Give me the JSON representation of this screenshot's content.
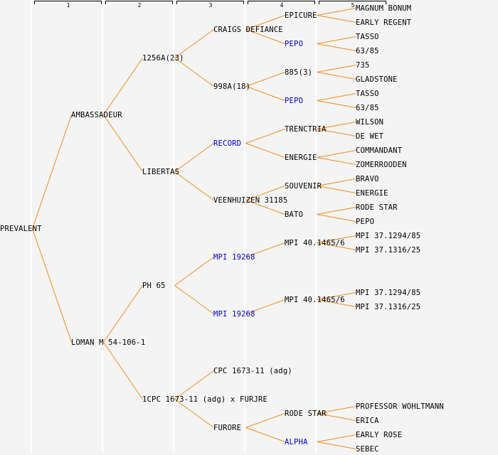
{
  "title": "Pedigree chart: PREVALENT",
  "colors": {
    "background": "#f4f4f4",
    "link_line": "#f08c1e",
    "separator": "#ffffff",
    "text": "#000000",
    "linked_text": "#0000d0"
  },
  "generations": [
    "1",
    "2",
    "3",
    "4",
    "5"
  ],
  "tree": {
    "name": "PREVALENT",
    "linked": false,
    "children": [
      {
        "name": "AMBASSADEUR",
        "linked": false,
        "children": [
          {
            "name": "1256A(23)",
            "linked": false,
            "children": [
              {
                "name": "CRAIGS DEFIANCE",
                "linked": false,
                "children": [
                  {
                    "name": "EPICURE",
                    "linked": false,
                    "children": [
                      {
                        "name": "MAGNUM BONUM",
                        "linked": false
                      },
                      {
                        "name": "EARLY REGENT",
                        "linked": false
                      }
                    ]
                  },
                  {
                    "name": "PEPO",
                    "linked": true,
                    "children": [
                      {
                        "name": "TASSO",
                        "linked": false
                      },
                      {
                        "name": "63/85",
                        "linked": false
                      }
                    ]
                  }
                ]
              },
              {
                "name": "998A(18)",
                "linked": false,
                "children": [
                  {
                    "name": "885(3)",
                    "linked": false,
                    "children": [
                      {
                        "name": "735",
                        "linked": false
                      },
                      {
                        "name": "GLADSTONE",
                        "linked": false
                      }
                    ]
                  },
                  {
                    "name": "PEPO",
                    "linked": true,
                    "children": [
                      {
                        "name": "TASSO",
                        "linked": false
                      },
                      {
                        "name": "63/85",
                        "linked": false
                      }
                    ]
                  }
                ]
              }
            ]
          },
          {
            "name": "LIBERTAS",
            "linked": false,
            "children": [
              {
                "name": "RECORD",
                "linked": true,
                "children": [
                  {
                    "name": "TRENCTRIA",
                    "linked": false,
                    "children": [
                      {
                        "name": "WILSON",
                        "linked": false
                      },
                      {
                        "name": "DE WET",
                        "linked": false
                      }
                    ]
                  },
                  {
                    "name": "ENERGIE",
                    "linked": false,
                    "children": [
                      {
                        "name": "COMMANDANT",
                        "linked": false
                      },
                      {
                        "name": "ZOMERROODEN",
                        "linked": false
                      }
                    ]
                  }
                ]
              },
              {
                "name": "VEENHUIZEN 31185",
                "linked": false,
                "children": [
                  {
                    "name": "SOUVENIR",
                    "linked": false,
                    "children": [
                      {
                        "name": "BRAVO",
                        "linked": false
                      },
                      {
                        "name": "ENERGIE",
                        "linked": false
                      }
                    ]
                  },
                  {
                    "name": "BATO",
                    "linked": false,
                    "children": [
                      {
                        "name": "RODE STAR",
                        "linked": false
                      },
                      {
                        "name": "PEPO",
                        "linked": false
                      }
                    ]
                  }
                ]
              }
            ]
          }
        ]
      },
      {
        "name": "LOMAN M 54-106-1",
        "linked": false,
        "children": [
          {
            "name": "PH 65",
            "linked": false,
            "children": [
              {
                "name": "MPI 19268",
                "linked": true,
                "children": [
                  {
                    "name": "MPI 40.1465/6",
                    "linked": false,
                    "children": [
                      {
                        "name": "MPI 37.1294/85",
                        "linked": false
                      },
                      {
                        "name": "MPI 37.1316/25",
                        "linked": false
                      }
                    ]
                  }
                ]
              },
              {
                "name": "MPI 19268",
                "linked": true,
                "children": [
                  {
                    "name": "MPI 40.1465/6",
                    "linked": false,
                    "children": [
                      {
                        "name": "MPI 37.1294/85",
                        "linked": false
                      },
                      {
                        "name": "MPI 37.1316/25",
                        "linked": false
                      }
                    ]
                  }
                ]
              }
            ]
          },
          {
            "name": "1CPC 1673-11 (adg) x FURJRE",
            "linked": false,
            "children": [
              {
                "name": "CPC 1673-11 (adg)",
                "linked": false,
                "children": []
              },
              {
                "name": "FURORE",
                "linked": false,
                "children": [
                  {
                    "name": "RODE STAR",
                    "linked": false,
                    "children": [
                      {
                        "name": "PROFESSOR WOHLTMANN",
                        "linked": false
                      },
                      {
                        "name": "ERICA",
                        "linked": false
                      }
                    ]
                  },
                  {
                    "name": "ALPHA",
                    "linked": true,
                    "children": [
                      {
                        "name": "EARLY ROSE",
                        "linked": false
                      },
                      {
                        "name": "SEBEC",
                        "linked": false
                      }
                    ]
                  }
                ]
              }
            ]
          }
        ]
      }
    ]
  }
}
